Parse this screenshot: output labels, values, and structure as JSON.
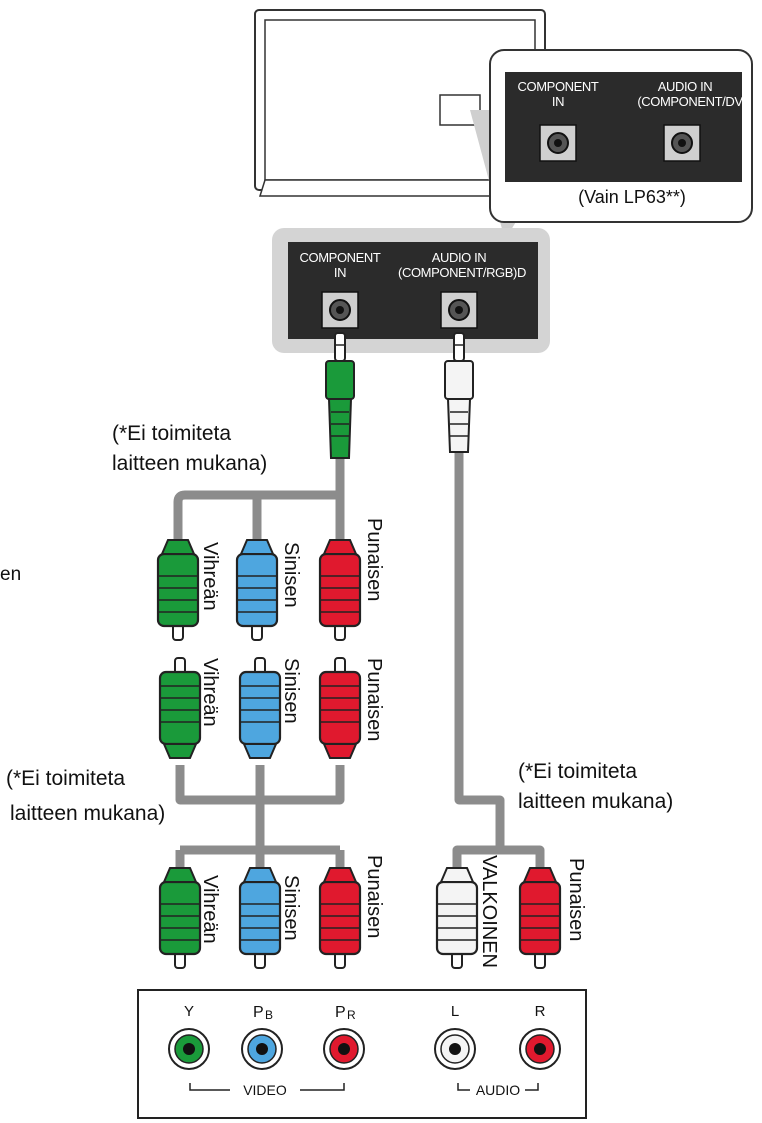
{
  "tv_zoom": {
    "component_in": [
      "COMPONENT",
      "IN"
    ],
    "audio_in": [
      "AUDIO IN",
      "(COMPONENT/DV"
    ],
    "note": "(Vain LP63**)"
  },
  "tv_panel": {
    "component_in": [
      "COMPONENT",
      "IN"
    ],
    "audio_in": [
      "AUDIO IN",
      "(COMPONENT/RGB)D"
    ]
  },
  "labels": {
    "not_supplied_top": [
      "(*Ei toimiteta",
      "laitteen mukana)"
    ],
    "not_supplied_mid": [
      "(*Ei toimiteta",
      "laitteen mukana)"
    ],
    "not_supplied_right": [
      "(*Ei toimiteta",
      "laitteen mukana)"
    ],
    "left_fragment": "en"
  },
  "plug_colors": {
    "green": "Vihreän",
    "blue": "Sinisen",
    "red": "Punaisen",
    "white": "VALKOINEN"
  },
  "device_panel": {
    "jacks": {
      "y": "Y",
      "pb": "P",
      "pb_sub": "B",
      "pr": "P",
      "pr_sub": "R",
      "l": "L",
      "r": "R"
    },
    "video_label": "VIDEO",
    "audio_label": "AUDIO"
  },
  "colors": {
    "green": "#1a9a3a",
    "blue": "#4ea6df",
    "red": "#e0192e",
    "white": "#f4f4f4",
    "panel_dark": "#2b2b2b",
    "cable_gray": "#8c8c8c",
    "callout_gray": "#d4d4d4"
  },
  "icons": [
    "tv-monitor-icon",
    "rca-plug-icon",
    "3.5mm-jack-plug-icon",
    "rca-jack-icon"
  ]
}
